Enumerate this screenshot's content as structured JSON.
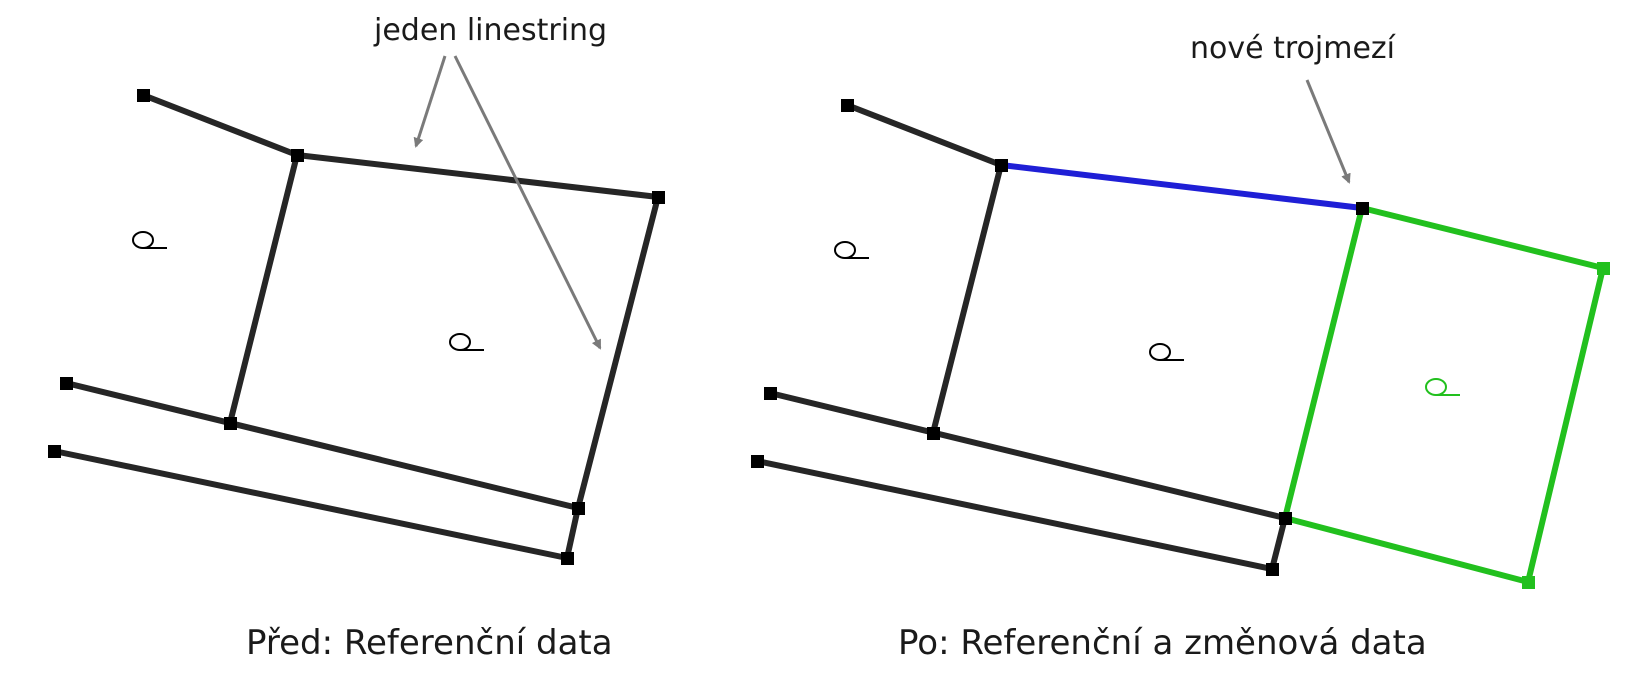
{
  "left_panel": {
    "annotation": "jeden linestring",
    "caption": "Před: Referenční data"
  },
  "right_panel": {
    "annotation": "nové trojmezí",
    "caption": "Po: Referenční a změnová data"
  },
  "colors": {
    "reference_line": "#262626",
    "vertex": "#000000",
    "shared_boundary": "#1f1fd6",
    "new_parcel": "#22c01e",
    "annotation_arrow": "#7a7a7a"
  },
  "icons": [
    "vertex-square-icon",
    "parcel-definition-point-icon",
    "annotation-arrow-icon"
  ]
}
